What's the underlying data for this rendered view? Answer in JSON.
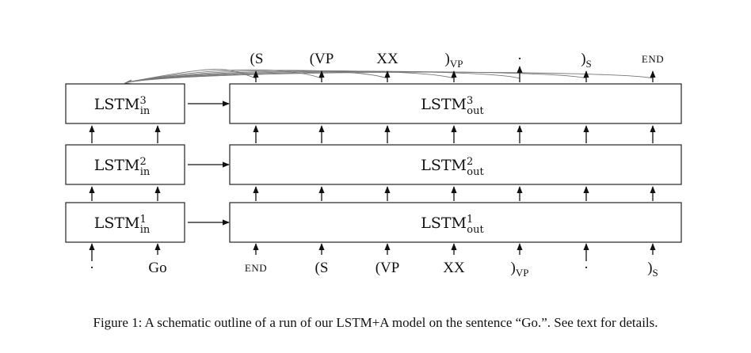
{
  "layers": [
    {
      "level": "3",
      "in_label": "LSTM",
      "in_sub": "in",
      "out_label": "LSTM",
      "out_sub": "out"
    },
    {
      "level": "2",
      "in_label": "LSTM",
      "in_sub": "in",
      "out_label": "LSTM",
      "out_sub": "out"
    },
    {
      "level": "1",
      "in_label": "LSTM",
      "in_sub": "in",
      "out_label": "LSTM",
      "out_sub": "out"
    }
  ],
  "input_tokens": [
    {
      "text": "·"
    },
    {
      "text": "Go"
    }
  ],
  "decoder_inputs": [
    {
      "text": "END",
      "style": "smallcaps"
    },
    {
      "text": "(S"
    },
    {
      "text": "(VP"
    },
    {
      "text": "XX"
    },
    {
      "text": ")",
      "sub": "VP"
    },
    {
      "text": "·"
    },
    {
      "text": ")",
      "sub": "S"
    }
  ],
  "decoder_outputs": [
    {
      "text": "(S"
    },
    {
      "text": "(VP"
    },
    {
      "text": "XX"
    },
    {
      "text": ")",
      "sub": "VP"
    },
    {
      "text": "·"
    },
    {
      "text": ")",
      "sub": "S"
    },
    {
      "text": "END",
      "style": "smallcaps"
    }
  ],
  "caption": "Figure 1: A schematic outline of a run of our LSTM+A model on the sentence “Go.”. See text for details."
}
